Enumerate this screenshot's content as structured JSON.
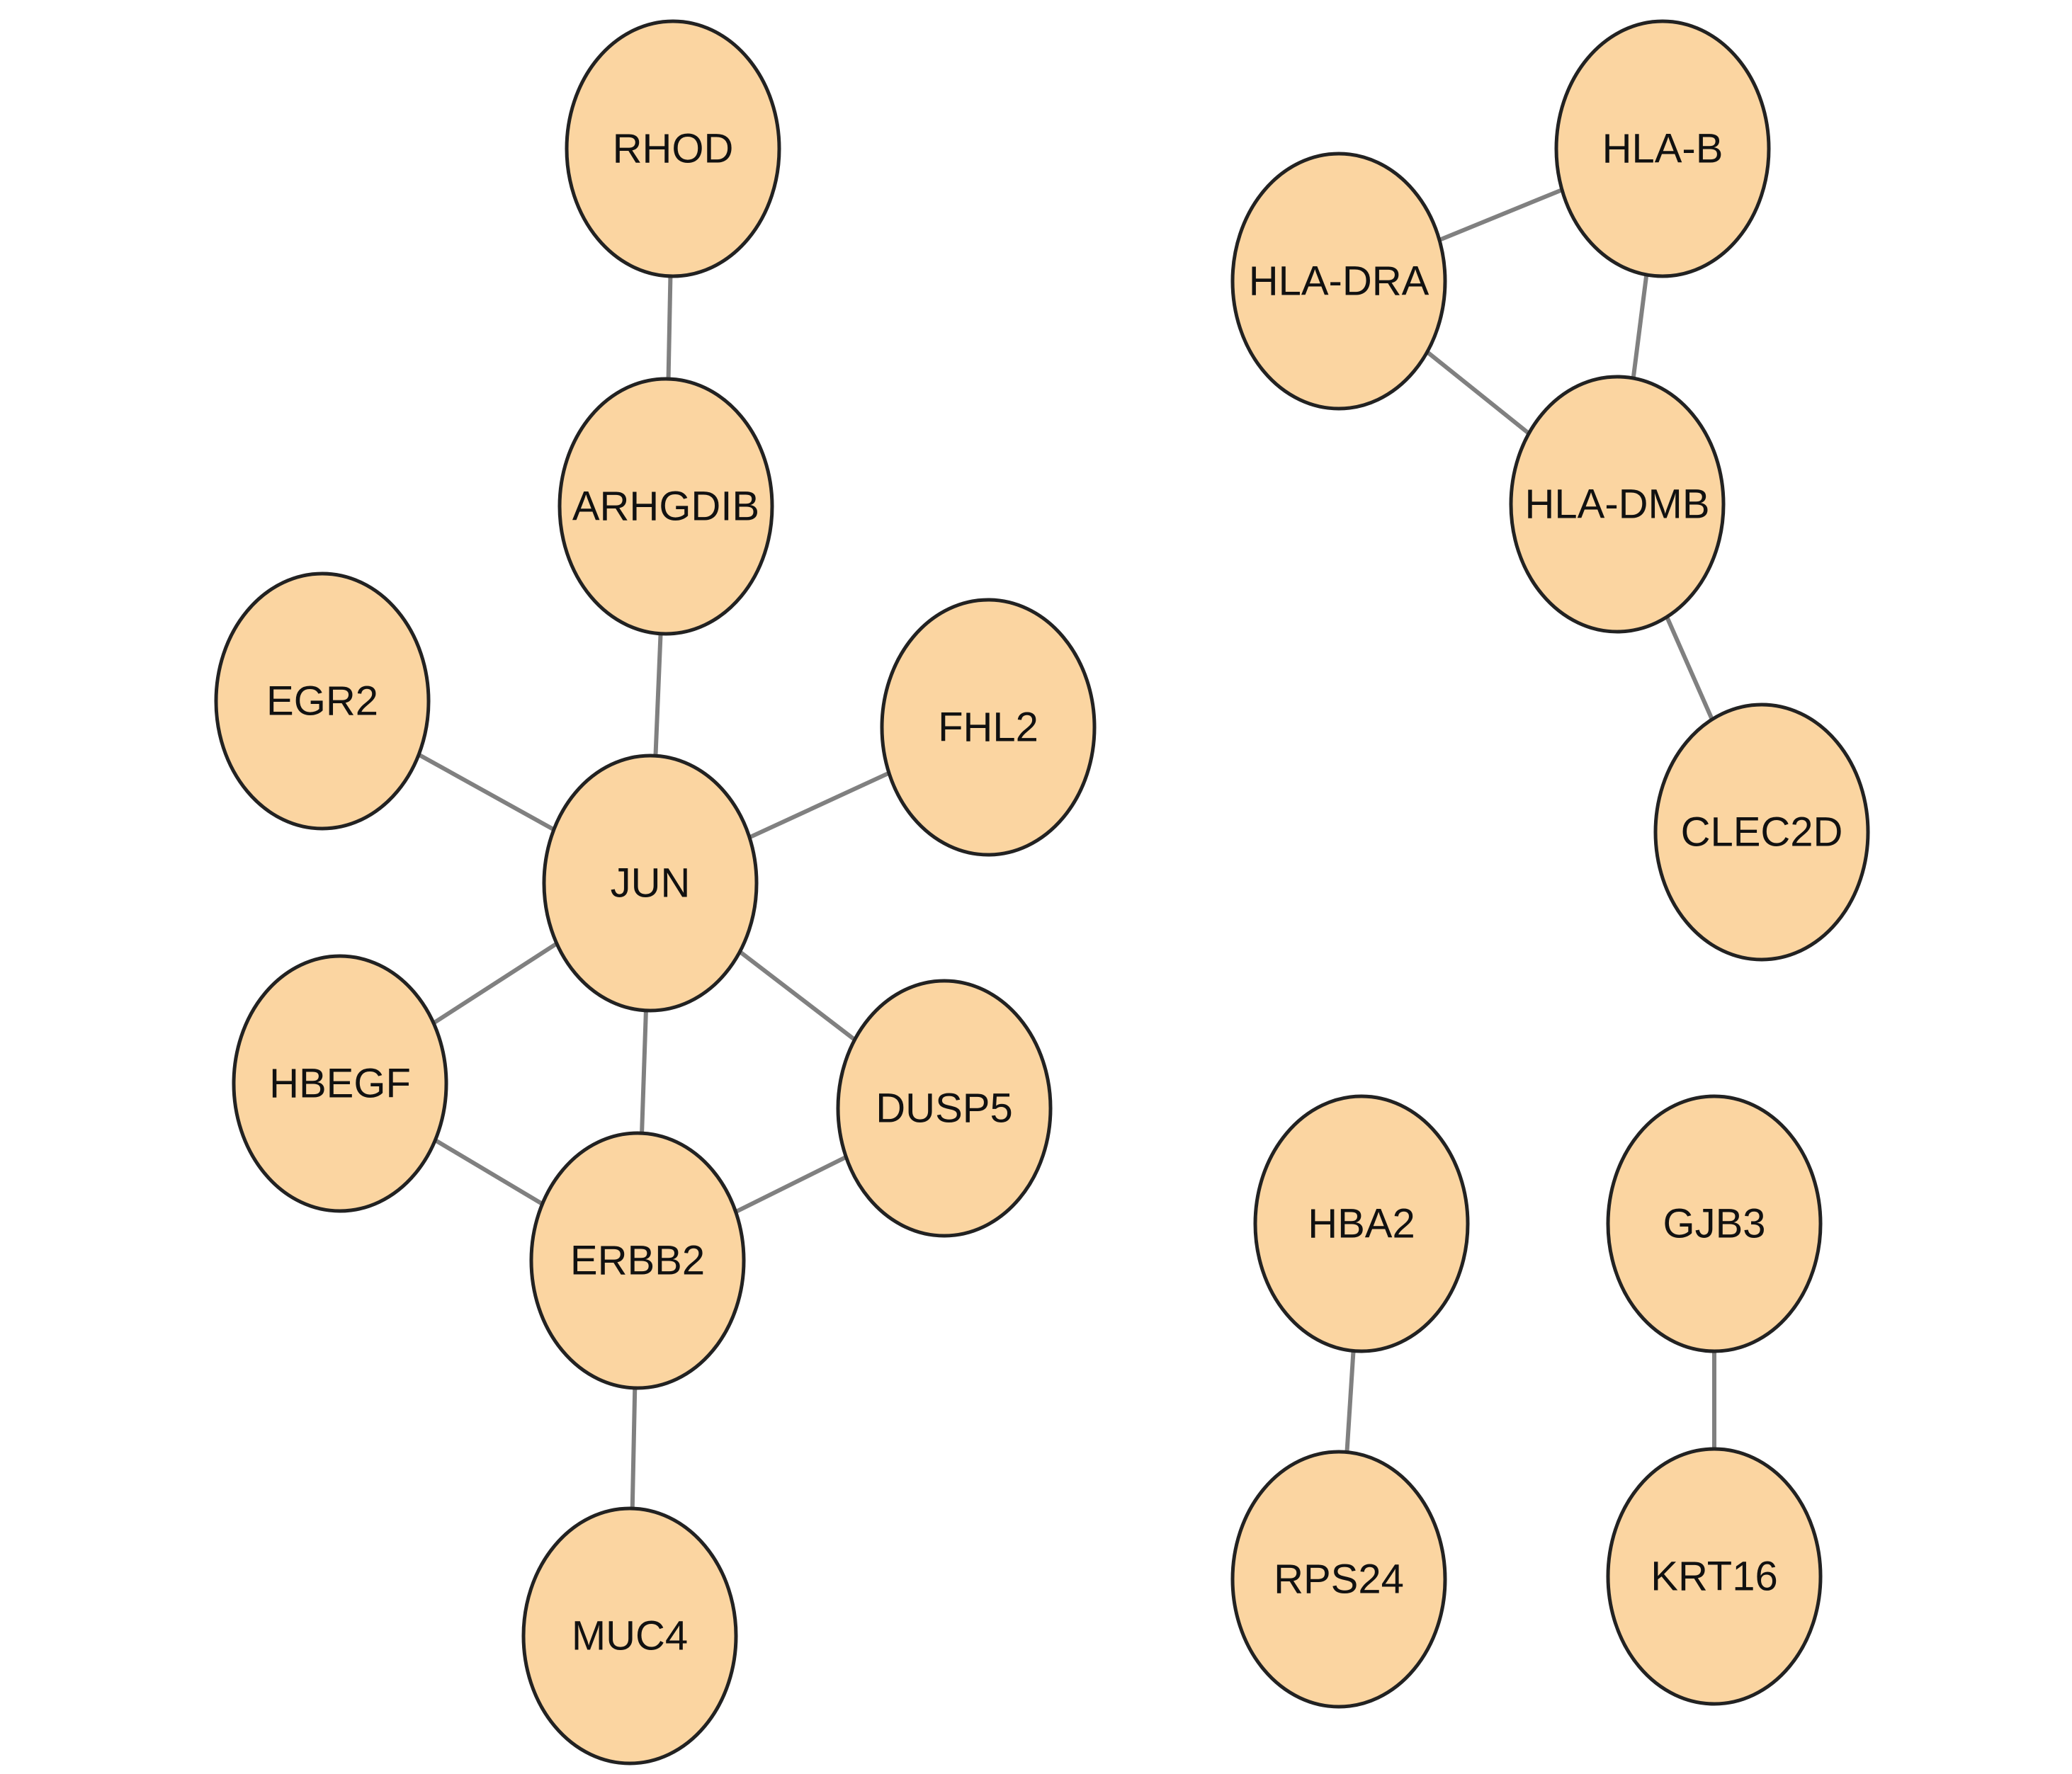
{
  "diagram": {
    "type": "network",
    "node_fill": "#FBD5A1",
    "node_stroke": "#222222",
    "edge_color": "#808080",
    "nodes": [
      {
        "id": "RHOD",
        "label": "RHOD"
      },
      {
        "id": "ARHGDIB",
        "label": "ARHGDIB"
      },
      {
        "id": "EGR2",
        "label": "EGR2"
      },
      {
        "id": "FHL2",
        "label": "FHL2"
      },
      {
        "id": "JUN",
        "label": "JUN"
      },
      {
        "id": "HBEGF",
        "label": "HBEGF"
      },
      {
        "id": "DUSP5",
        "label": "DUSP5"
      },
      {
        "id": "ERBB2",
        "label": "ERBB2"
      },
      {
        "id": "MUC4",
        "label": "MUC4"
      },
      {
        "id": "HLA-B",
        "label": "HLA-B"
      },
      {
        "id": "HLA-DRA",
        "label": "HLA-DRA"
      },
      {
        "id": "HLA-DMB",
        "label": "HLA-DMB"
      },
      {
        "id": "CLEC2D",
        "label": "CLEC2D"
      },
      {
        "id": "HBA2",
        "label": "HBA2"
      },
      {
        "id": "RPS24",
        "label": "RPS24"
      },
      {
        "id": "GJB3",
        "label": "GJB3"
      },
      {
        "id": "KRT16",
        "label": "KRT16"
      }
    ],
    "edges": [
      [
        "RHOD",
        "ARHGDIB"
      ],
      [
        "ARHGDIB",
        "JUN"
      ],
      [
        "EGR2",
        "JUN"
      ],
      [
        "FHL2",
        "JUN"
      ],
      [
        "HBEGF",
        "JUN"
      ],
      [
        "DUSP5",
        "JUN"
      ],
      [
        "ERBB2",
        "JUN"
      ],
      [
        "HBEGF",
        "ERBB2"
      ],
      [
        "DUSP5",
        "ERBB2"
      ],
      [
        "ERBB2",
        "MUC4"
      ],
      [
        "HLA-DRA",
        "HLA-B"
      ],
      [
        "HLA-B",
        "HLA-DMB"
      ],
      [
        "HLA-DRA",
        "HLA-DMB"
      ],
      [
        "HLA-DMB",
        "CLEC2D"
      ],
      [
        "HBA2",
        "RPS24"
      ],
      [
        "GJB3",
        "KRT16"
      ]
    ]
  }
}
